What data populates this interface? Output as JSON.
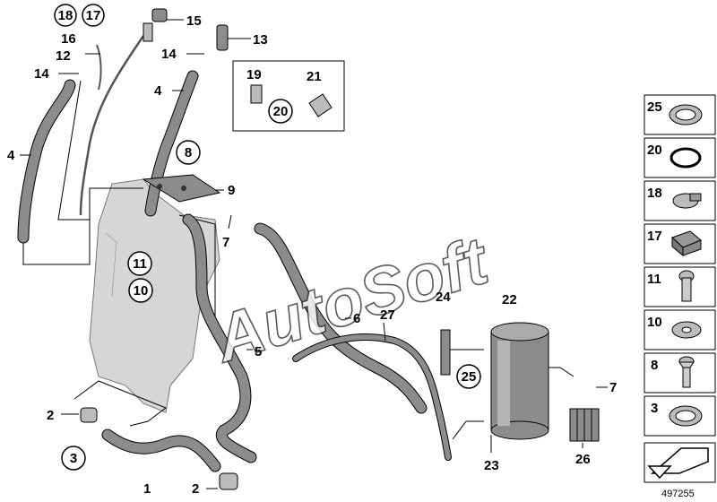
{
  "diagram": {
    "reference_number": "497255",
    "watermark": "AutoSoft",
    "callouts": [
      {
        "id": "c18",
        "label": "18",
        "circled": true
      },
      {
        "id": "c17",
        "label": "17",
        "circled": true
      },
      {
        "id": "c15",
        "label": "15",
        "circled": false
      },
      {
        "id": "c16",
        "label": "16",
        "circled": false
      },
      {
        "id": "c13",
        "label": "13",
        "circled": false
      },
      {
        "id": "c12",
        "label": "12",
        "circled": false
      },
      {
        "id": "c14a",
        "label": "14",
        "circled": false
      },
      {
        "id": "c14b",
        "label": "14",
        "circled": false
      },
      {
        "id": "c4a",
        "label": "4",
        "circled": false
      },
      {
        "id": "c4b",
        "label": "4",
        "circled": false
      },
      {
        "id": "c19",
        "label": "19",
        "circled": false
      },
      {
        "id": "c21",
        "label": "21",
        "circled": false
      },
      {
        "id": "c20",
        "label": "20",
        "circled": true
      },
      {
        "id": "c8",
        "label": "8",
        "circled": true
      },
      {
        "id": "c9",
        "label": "9",
        "circled": false
      },
      {
        "id": "c7a",
        "label": "7",
        "circled": false
      },
      {
        "id": "c11",
        "label": "11",
        "circled": true
      },
      {
        "id": "c10",
        "label": "10",
        "circled": true
      },
      {
        "id": "c5",
        "label": "5",
        "circled": false
      },
      {
        "id": "c6",
        "label": "6",
        "circled": false
      },
      {
        "id": "c27",
        "label": "27",
        "circled": false
      },
      {
        "id": "c24",
        "label": "24",
        "circled": false
      },
      {
        "id": "c22",
        "label": "22",
        "circled": false
      },
      {
        "id": "c25",
        "label": "25",
        "circled": true
      },
      {
        "id": "c7b",
        "label": "7",
        "circled": false
      },
      {
        "id": "c2a",
        "label": "2",
        "circled": false
      },
      {
        "id": "c3",
        "label": "3",
        "circled": true
      },
      {
        "id": "c1",
        "label": "1",
        "circled": false
      },
      {
        "id": "c2b",
        "label": "2",
        "circled": false
      },
      {
        "id": "c23",
        "label": "23",
        "circled": false
      },
      {
        "id": "c26",
        "label": "26",
        "circled": false
      }
    ],
    "sidebar_parts": [
      {
        "label": "25",
        "icon": "hose-clamp-icon"
      },
      {
        "label": "20",
        "icon": "o-ring-icon"
      },
      {
        "label": "18",
        "icon": "hose-clip-icon"
      },
      {
        "label": "17",
        "icon": "foam-pad-icon"
      },
      {
        "label": "11",
        "icon": "hex-socket-bolt-icon"
      },
      {
        "label": "10",
        "icon": "washer-icon"
      },
      {
        "label": "8",
        "icon": "countersunk-screw-icon"
      },
      {
        "label": "3",
        "icon": "hose-clamp-icon"
      }
    ],
    "colors": {
      "part_fill": "#8c8c8c",
      "tank_fill": "#d6d6d6",
      "outline": "#000000"
    }
  }
}
